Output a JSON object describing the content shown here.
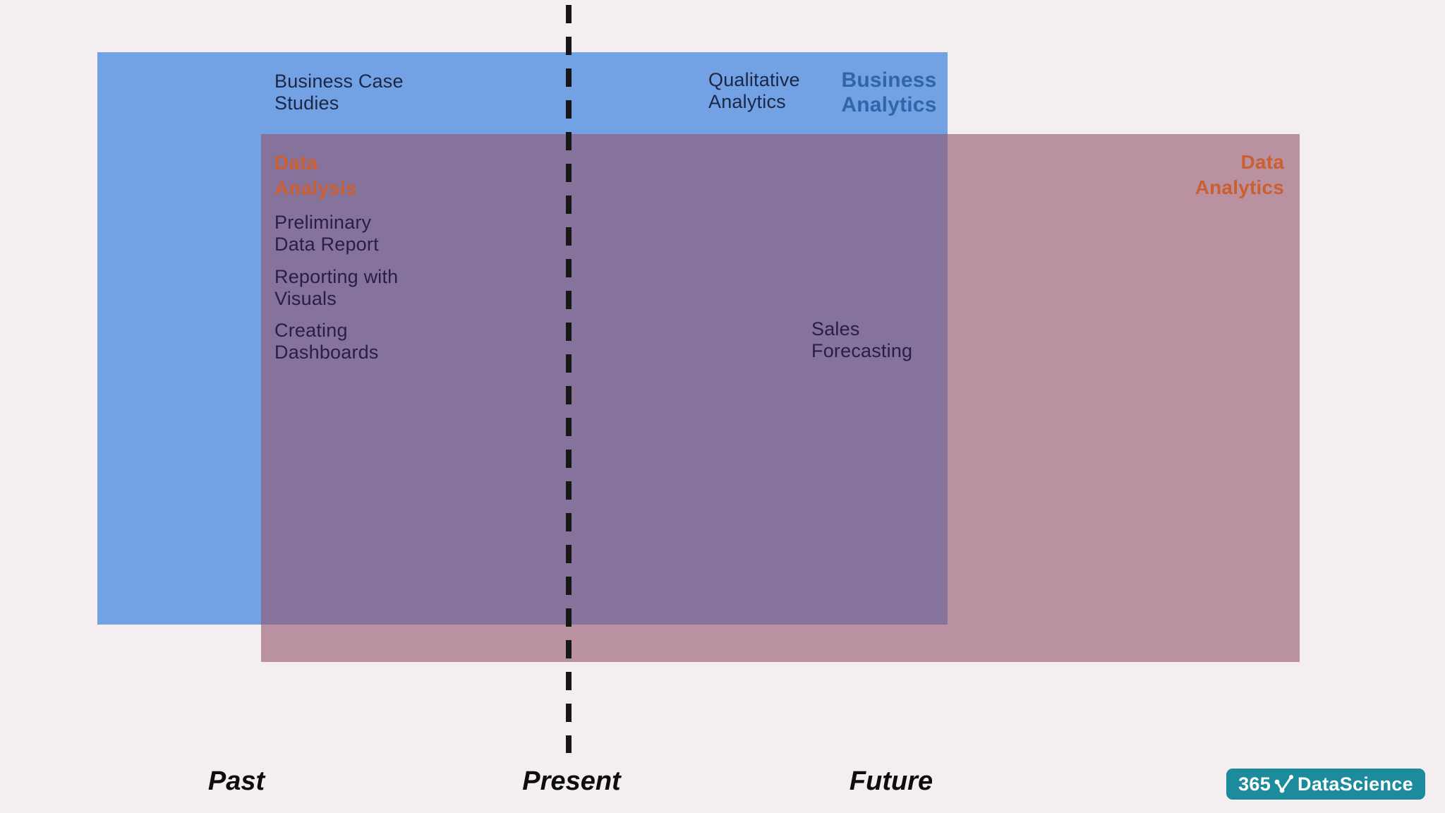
{
  "colors": {
    "bg": "#f4eef0",
    "blue": "#72a2e4",
    "pink": "rgba(146,84,108,0.6)",
    "overlap_seen": "#8574a6",
    "pink_seen": "#ba93a2",
    "ink": "#1c2747",
    "ink_list": "#272044",
    "blue_label": "#2e66a8",
    "orange": "#cb5f2f",
    "line": "#171717",
    "timeline_ink": "#0d0d0d",
    "teal": "#1c8b9b",
    "logo_text": "#ffffff"
  },
  "boxes": {
    "business_analytics": {
      "title": "Business\nAnalytics"
    },
    "data_analytics": {
      "title": "Data\nAnalytics"
    }
  },
  "annotations": {
    "business_case_studies": "Business Case\nStudies",
    "qualitative_analytics": "Qualitative\nAnalytics",
    "data_analysis": "Data\nAnalysis",
    "data_analysis_items": [
      "Preliminary\nData Report",
      "Reporting with\nVisuals",
      "Creating\nDashboards"
    ],
    "sales_forecasting": "Sales\nForecasting"
  },
  "timeline": {
    "past": "Past",
    "present": "Present",
    "future": "Future"
  },
  "logo": {
    "number": "365",
    "name": "DataScience",
    "glyph": "checkmark-nodes-icon"
  }
}
